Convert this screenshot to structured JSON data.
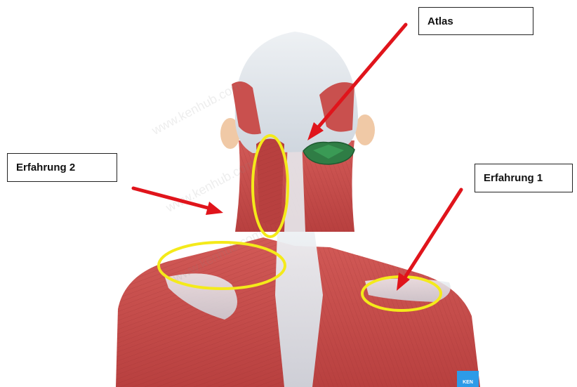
{
  "labels": {
    "atlas": "Atlas",
    "erfahrung_2": "Erfahrung 2",
    "erfahrung_1": "Erfahrung 1"
  },
  "watermark": "www.kenhub.com",
  "badge": "KEN",
  "colors": {
    "muscle": "#c9504e",
    "muscle_dark": "#a83a3a",
    "tendon": "#dde2e8",
    "atlas_green": "#2f7d45",
    "highlight_ellipse": "#f4ea1a",
    "arrow": "#e0141b",
    "skin": "#f0c9a6",
    "kenhub_blue": "#2d9be8"
  }
}
